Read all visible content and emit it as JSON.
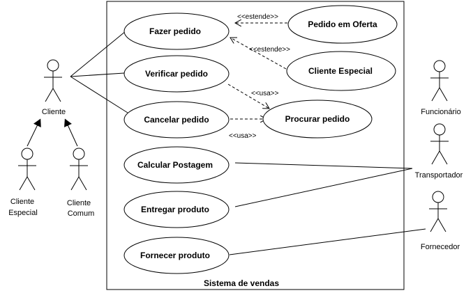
{
  "system": {
    "title": "Sistema de vendas"
  },
  "use_cases": {
    "fazer_pedido": "Fazer pedido",
    "verificar_pedido": "Verificar pedido",
    "cancelar_pedido": "Cancelar pedido",
    "calcular_postagem": "Calcular Postagem",
    "entregar_produto": "Entregar produto",
    "fornecer_produto": "Fornecer produto",
    "pedido_em_oferta": "Pedido em Oferta",
    "cliente_especial": "Cliente Especial",
    "procurar_pedido": "Procurar pedido"
  },
  "actors": {
    "cliente": "Cliente",
    "cliente_especial_l1": "Cliente",
    "cliente_especial_l2": "Especial",
    "cliente_comum_l1": "Cliente",
    "cliente_comum_l2": "Comum",
    "funcionario": "Funcionário",
    "transportador": "Transportador",
    "fornecedor": "Fornecedor"
  },
  "relations": {
    "estende_1": "<<estende>>",
    "estende_2": "<<estende>>",
    "usa_1": "<<usa>>",
    "usa_2": "<<usa>>"
  }
}
